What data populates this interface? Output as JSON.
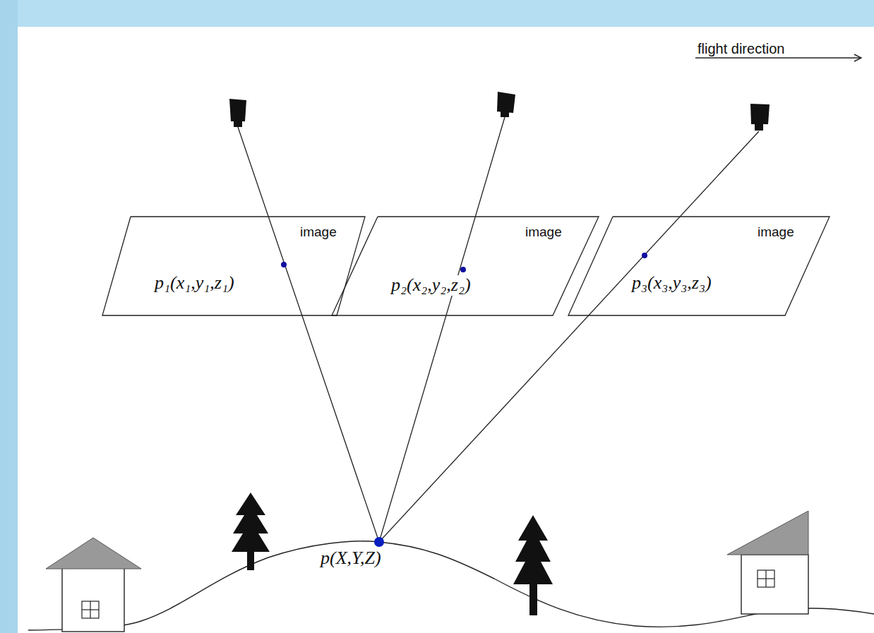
{
  "diagram": {
    "nodes": [
      {
        "text": [
          "image",
          "p₁(x₁,y₁,z₁)"
        ]
      },
      {
        "text": [
          "image",
          "p₂(x₂,y₂,z₂)"
        ]
      },
      {
        "text": [
          "image",
          "p₃(x₃,y₃,z₃)"
        ]
      }
    ],
    "labels": [
      "flight direction",
      "p(X,Y,Z)"
    ]
  }
}
